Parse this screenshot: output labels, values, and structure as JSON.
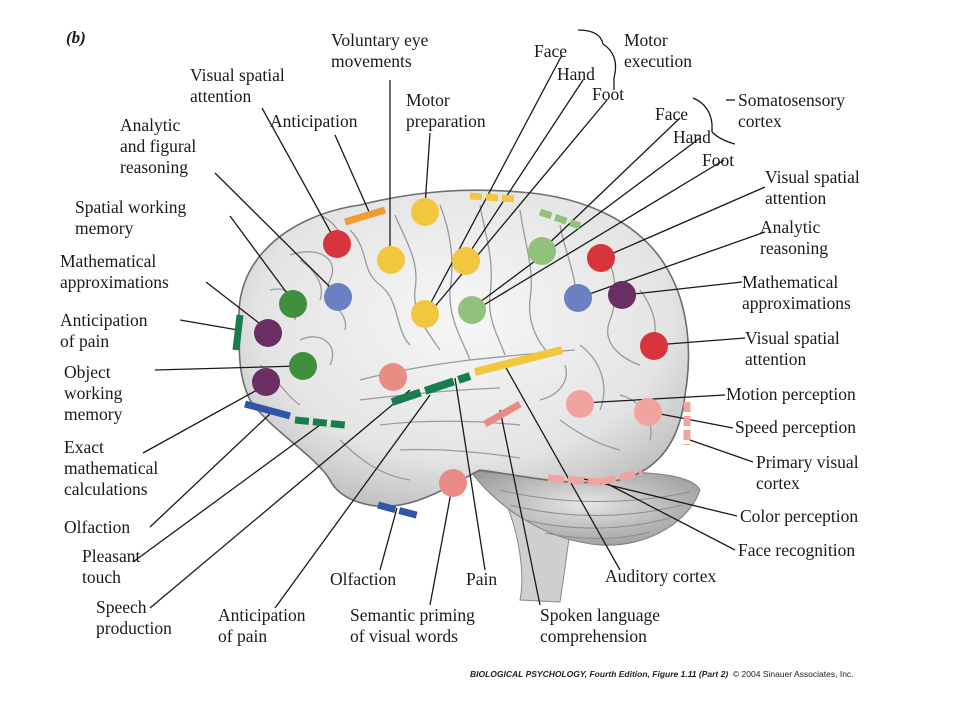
{
  "panel_label": "(b)",
  "colors": {
    "red": "#d7343c",
    "blue": "#6b80c2",
    "yellow": "#f1c740",
    "green": "#3f8f3f",
    "light_green": "#91c27c",
    "purple": "#6b2e63",
    "pink": "#f2a3a0",
    "salmon": "#e88c84",
    "orange": "#f39a34",
    "teal_green": "#177d4f",
    "dark_blue": "#2f56a8"
  },
  "labels": {
    "voluntary_eye": "Voluntary eye\nmovements",
    "face_motor": "Face",
    "hand_motor": "Hand",
    "foot_motor": "Foot",
    "motor_execution": "Motor\nexecution",
    "visual_spatial_attention_top": "Visual spatial\nattention",
    "anticipation": "Anticipation",
    "motor_preparation": "Motor\npreparation",
    "analytic_figural": "Analytic\nand figural\nreasoning",
    "face_sensory": "Face",
    "hand_sensory": "Hand",
    "foot_sensory": "Foot",
    "somatosensory_cortex": "Somatosensory\ncortex",
    "spatial_working_memory": "Spatial working\nmemory",
    "visual_spatial_attention_r1": "Visual spatial\nattention",
    "analytic_reasoning": "Analytic\nreasoning",
    "math_approx_left": "Mathematical\napproximations",
    "math_approx_right": "Mathematical\napproximations",
    "anticipation_of_pain_left": "Anticipation\nof pain",
    "visual_spatial_attention_r2": "Visual spatial\nattention",
    "object_working_memory": "Object\nworking\nmemory",
    "motion_perception": "Motion perception",
    "speed_perception": "Speed perception",
    "exact_math": "Exact\nmathematical\ncalculations",
    "primary_visual_cortex": "Primary visual\ncortex",
    "olfaction_left": "Olfaction",
    "color_perception": "Color perception",
    "pleasant_touch": "Pleasant\ntouch",
    "face_recognition": "Face recognition",
    "speech_production": "Speech\nproduction",
    "olfaction_bottom": "Olfaction",
    "pain": "Pain",
    "auditory_cortex": "Auditory cortex",
    "anticipation_of_pain_bottom": "Anticipation\nof pain",
    "semantic_priming": "Semantic priming\nof visual words",
    "spoken_language": "Spoken language\ncomprehension"
  },
  "credit": {
    "title": "BIOLOGICAL PSYCHOLOGY, Fourth Edition, Figure 1.11 (Part 2)",
    "copyright": "© 2004 Sinauer Associates, Inc."
  },
  "regions": [
    {
      "name": "visual-spatial-attention-frontal",
      "color": "red"
    },
    {
      "name": "anticipation-region",
      "color": "orange"
    },
    {
      "name": "motor-preparation-region",
      "color": "yellow"
    },
    {
      "name": "voluntary-eye-movements-region",
      "color": "yellow"
    },
    {
      "name": "analytic-figural-reasoning-region",
      "color": "blue"
    },
    {
      "name": "spatial-working-memory-region",
      "color": "green"
    },
    {
      "name": "math-approximations-frontal-region",
      "color": "purple"
    },
    {
      "name": "anticipation-of-pain-frontal-region",
      "color": "teal_green"
    },
    {
      "name": "object-working-memory-region",
      "color": "green"
    },
    {
      "name": "exact-math-region",
      "color": "purple"
    },
    {
      "name": "olfaction-frontal-region",
      "color": "dark_blue"
    },
    {
      "name": "pleasant-touch-region",
      "color": "teal_green"
    },
    {
      "name": "speech-production-region",
      "color": "salmon"
    },
    {
      "name": "motor-execution-face",
      "color": "yellow"
    },
    {
      "name": "motor-execution-hand",
      "color": "yellow"
    },
    {
      "name": "motor-execution-foot",
      "color": "yellow"
    },
    {
      "name": "somatosensory-face",
      "color": "light_green"
    },
    {
      "name": "somatosensory-hand",
      "color": "light_green"
    },
    {
      "name": "somatosensory-foot",
      "color": "light_green"
    },
    {
      "name": "visual-spatial-attention-parietal-1",
      "color": "red"
    },
    {
      "name": "analytic-reasoning-parietal",
      "color": "blue"
    },
    {
      "name": "math-approximations-parietal",
      "color": "purple"
    },
    {
      "name": "visual-spatial-attention-parietal-2",
      "color": "red"
    },
    {
      "name": "motion-perception-region",
      "color": "pink"
    },
    {
      "name": "speed-perception-region",
      "color": "pink"
    },
    {
      "name": "primary-visual-cortex-region",
      "color": "pink"
    },
    {
      "name": "color-perception-region",
      "color": "pink"
    },
    {
      "name": "face-recognition-region",
      "color": "pink"
    },
    {
      "name": "pain-region",
      "color": "salmon"
    },
    {
      "name": "olfaction-temporal-region",
      "color": "dark_blue"
    },
    {
      "name": "anticipation-of-pain-temporal",
      "color": "teal_green"
    },
    {
      "name": "spoken-language-region",
      "color": "yellow"
    },
    {
      "name": "auditory-cortex-region",
      "color": "salmon"
    },
    {
      "name": "semantic-priming-region",
      "color": "salmon"
    }
  ]
}
